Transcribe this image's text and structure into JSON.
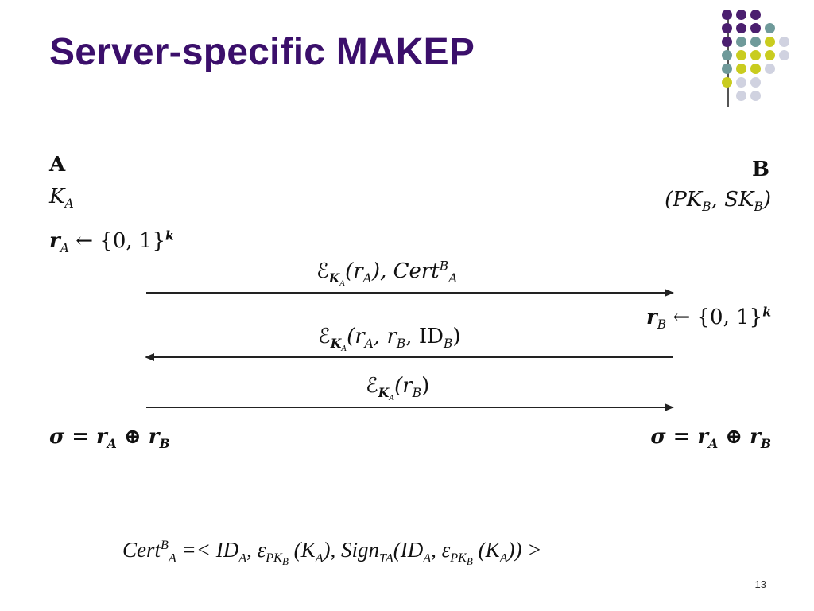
{
  "slide": {
    "title": "Server-specific MAKEP",
    "page_number": "13"
  },
  "colors": {
    "title": "#3b0f6b",
    "dot_purple": "#4b1f6f",
    "dot_teal": "#6f9a9a",
    "dot_yellow": "#c9cc1f",
    "dot_light": "#d0d2e0"
  },
  "protocol": {
    "party_a": {
      "name": "A",
      "key_symbol": "K",
      "key_sub": "A",
      "nonce_var": "r",
      "nonce_sub": "A",
      "nonce_expr": "← {0, 1}",
      "nonce_exp": "k"
    },
    "party_b": {
      "name": "B",
      "keys": "(PK",
      "keys_sub1": "B",
      "keys_mid": ", SK",
      "keys_sub2": "B",
      "keys_end": ")",
      "nonce_var": "r",
      "nonce_sub": "B",
      "nonce_expr": "← {0, 1}",
      "nonce_exp": "k"
    },
    "messages": [
      {
        "direction": "right",
        "label": "ℰ",
        "key_sub": "K",
        "key_subsub": "A",
        "args": "(r",
        "arg_sub": "A",
        "rest": "), Cert",
        "rest_sup": "B",
        "rest_sub": "A"
      },
      {
        "direction": "left",
        "label": "ℰ",
        "key_sub": "K",
        "key_subsub": "A",
        "args": "(r",
        "arg_sub": "A",
        "rest": ", r",
        "rest_sub2": "B",
        "rest2": ", ID",
        "rest_sub3": "B",
        "rest3": ")"
      },
      {
        "direction": "right",
        "label": "ℰ",
        "key_sub": "K",
        "key_subsub": "A",
        "args": "(r",
        "arg_sub": "B",
        "rest": ")"
      }
    ],
    "session_key": {
      "lhs": "σ = r",
      "sub1": "A",
      "op": " ⊕ r",
      "sub2": "B"
    }
  },
  "certificate": {
    "lhs": "Cert",
    "lhs_sup": "B",
    "lhs_sub": "A",
    "eq": " =< ID",
    "sub_a": "A",
    "eps": ", ε",
    "pk": "PK",
    "pk_sub": "B",
    "paren1": " (K",
    "k_sub": "A",
    "sign": "), Sign",
    "sign_sub": "TA",
    "paren2": "(ID",
    "sub_a2": "A",
    "eps2": ", ε",
    "pk2": "PK",
    "pk_sub2": "B",
    "paren3": " (K",
    "k_sub2": "A",
    "end": ")) >"
  }
}
